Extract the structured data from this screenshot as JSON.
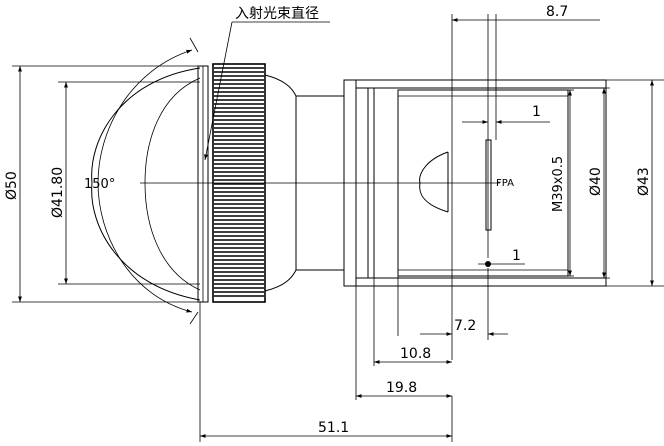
{
  "annotation": "入射光束直径",
  "dimensions": {
    "d_8_7": "8.7",
    "d_1_top": "1",
    "d_1_bottom": "1",
    "d_7_2": "7.2",
    "d_10_8": "10.8",
    "d_19_8": "19.8",
    "d_51_1": "51.1",
    "dia_50": "Ø50",
    "dia_41_80": "Ø41.80",
    "dia_40": "Ø40",
    "dia_43": "Ø43",
    "thread": "M39x0.5",
    "fov": "150°"
  },
  "fpa_label": "FPA"
}
